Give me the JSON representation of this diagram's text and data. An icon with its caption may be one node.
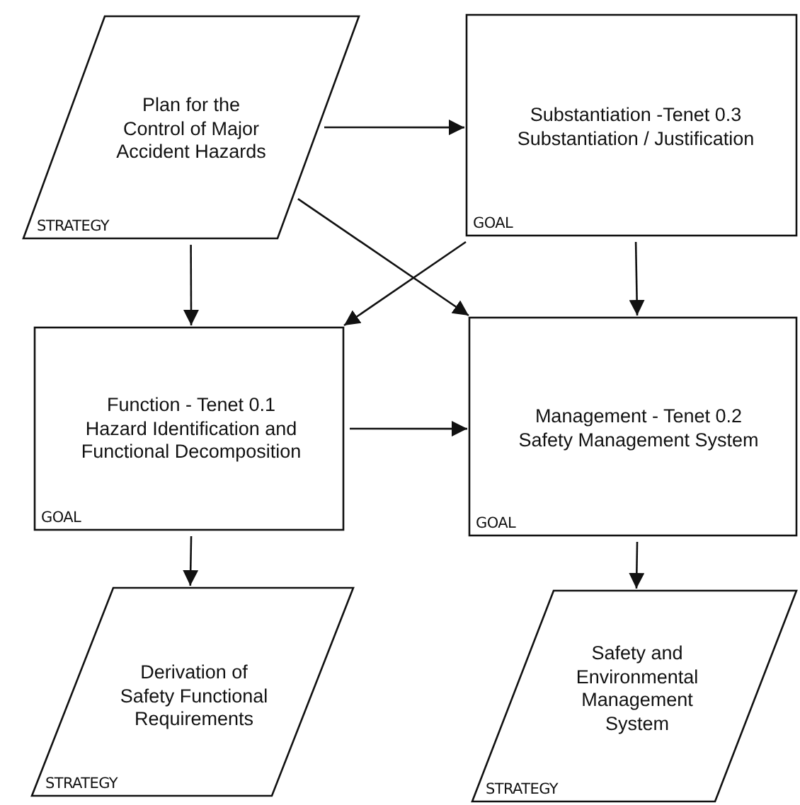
{
  "diagram": {
    "nodes": [
      {
        "text": [
          "Plan for the Control of Major Accident Hazards",
          "STRATEGY"
        ]
      },
      {
        "text": [
          "Substantiation -Tenet 0.3 Substantiation / Justification",
          "GOAL"
        ]
      },
      {
        "text": [
          "Function - Tenet 0.1 Hazard Identification and Functional Decomposition",
          "GOAL"
        ]
      },
      {
        "text": [
          "Management - Tenet 0.2 Safety Management System",
          "GOAL"
        ]
      },
      {
        "text": [
          "Derivation of Safety Functional Requirements",
          "STRATEGY"
        ]
      },
      {
        "text": [
          "Safety and Environmental Management System",
          "STRATEGY"
        ]
      }
    ],
    "edges": [
      {
        "from": 0,
        "to": 1,
        "arrow": "to"
      },
      {
        "from": 0,
        "to": 2,
        "arrow": "to"
      },
      {
        "from": 0,
        "to": 3,
        "arrow": "to"
      },
      {
        "from": 1,
        "to": 2,
        "arrow": "to"
      },
      {
        "from": 1,
        "to": 3,
        "arrow": "to"
      },
      {
        "from": 2,
        "to": 3,
        "arrow": "to"
      },
      {
        "from": 2,
        "to": 4,
        "arrow": "to"
      },
      {
        "from": 3,
        "to": 5,
        "arrow": "to"
      }
    ]
  }
}
